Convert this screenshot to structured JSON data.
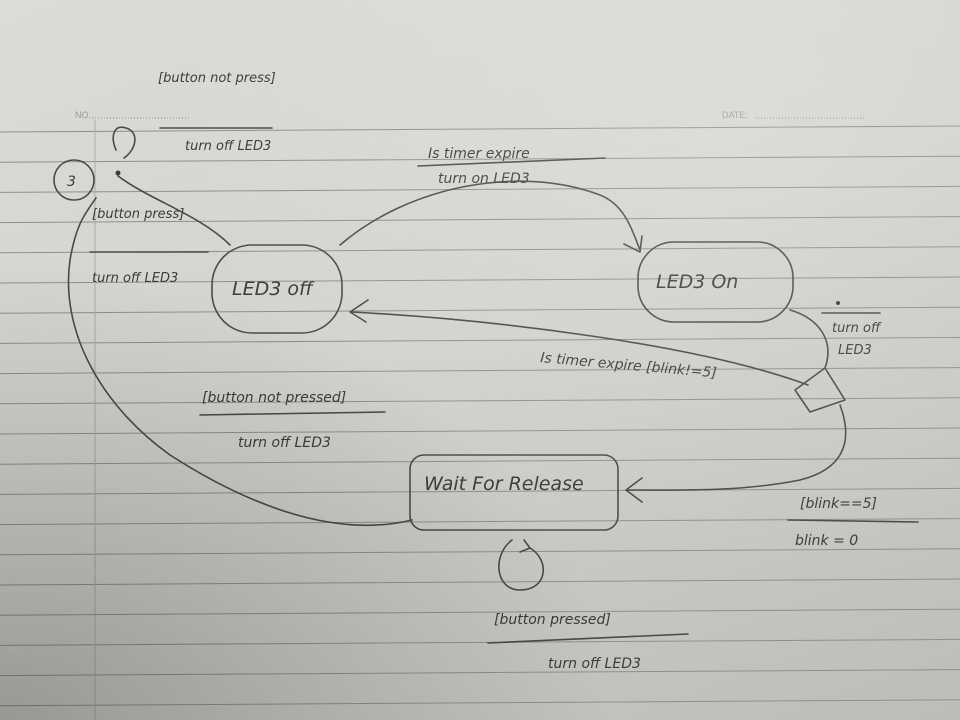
{
  "page": {
    "no_label": "NO.",
    "date_label": "DATE:"
  },
  "states": {
    "led_off": "LED3 off",
    "led_on": "LED3 On",
    "wait_release": "Wait For Release"
  },
  "corner_mark": "3",
  "transitions": {
    "initial_self": {
      "guard": "[button not press]",
      "action": "turn off LED3"
    },
    "off_to_on": {
      "guard": "Is timer expire",
      "action": "turn on LED3"
    },
    "pressed_from_off": {
      "guard": "[button press]",
      "action": "turn off LED3"
    },
    "on_entry_note": {
      "line1": "turn off",
      "line2": "LED3"
    },
    "on_to_off": {
      "guard": "Is timer expire [blink!=5]"
    },
    "wait_to_off": {
      "guard": "[button not pressed]",
      "action": "turn off LED3"
    },
    "to_wait": {
      "guard": "[blink==5]",
      "action": "blink = 0"
    },
    "wait_self": {
      "guard": "[button pressed]",
      "action": "turn off LED3"
    }
  },
  "colors": {
    "paper": "#d6d6d1",
    "ink": "#3b3b3b",
    "rule_line": "#8f8f8c"
  }
}
